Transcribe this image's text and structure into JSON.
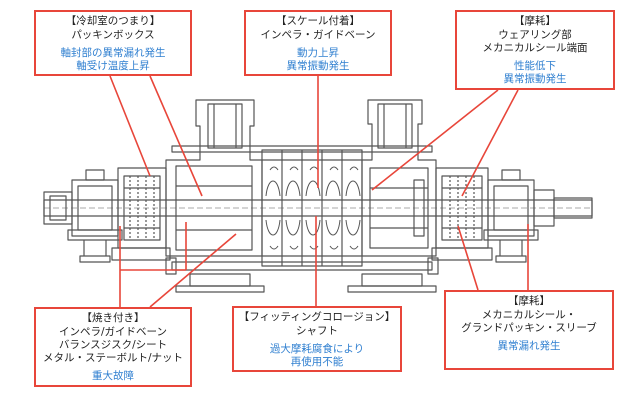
{
  "callouts": {
    "top_left": {
      "title": "【冷却室のつまり】",
      "parts": [
        "パッキンボックス"
      ],
      "effects": [
        "軸封部の異常漏れ発生",
        "軸受け温度上昇"
      ]
    },
    "top_center": {
      "title": "【スケール付着】",
      "parts": [
        "インペラ・ガイドベーン"
      ],
      "effects": [
        "動力上昇",
        "異常振動発生"
      ]
    },
    "top_right": {
      "title": "【摩耗】",
      "parts": [
        "ウェアリング部",
        "メカニカルシール端面"
      ],
      "effects": [
        "性能低下",
        "異常振動発生"
      ]
    },
    "bottom_left": {
      "title": "【焼き付き】",
      "parts": [
        "インペラ/ガイドベーン",
        "バランスジスク/シート",
        "メタル・ステーボルト/ナット"
      ],
      "effects": [
        "重大故障"
      ]
    },
    "bottom_center": {
      "title": "【フィッティングコロージョン】",
      "parts": [
        "シャフト"
      ],
      "effects": [
        "過大摩耗腐食により",
        "再使用不能"
      ]
    },
    "bottom_right": {
      "title": "【摩耗】",
      "parts": [
        "メカニカルシール・",
        "グランドパッキン・スリーブ"
      ],
      "effects": [
        "異常漏れ発生"
      ]
    }
  },
  "colors": {
    "callout_border": "#e8463a",
    "leader_line": "#e8463a",
    "effect_text": "#2f7fd0",
    "part_text": "#222222",
    "pump_outline": "#555555"
  }
}
